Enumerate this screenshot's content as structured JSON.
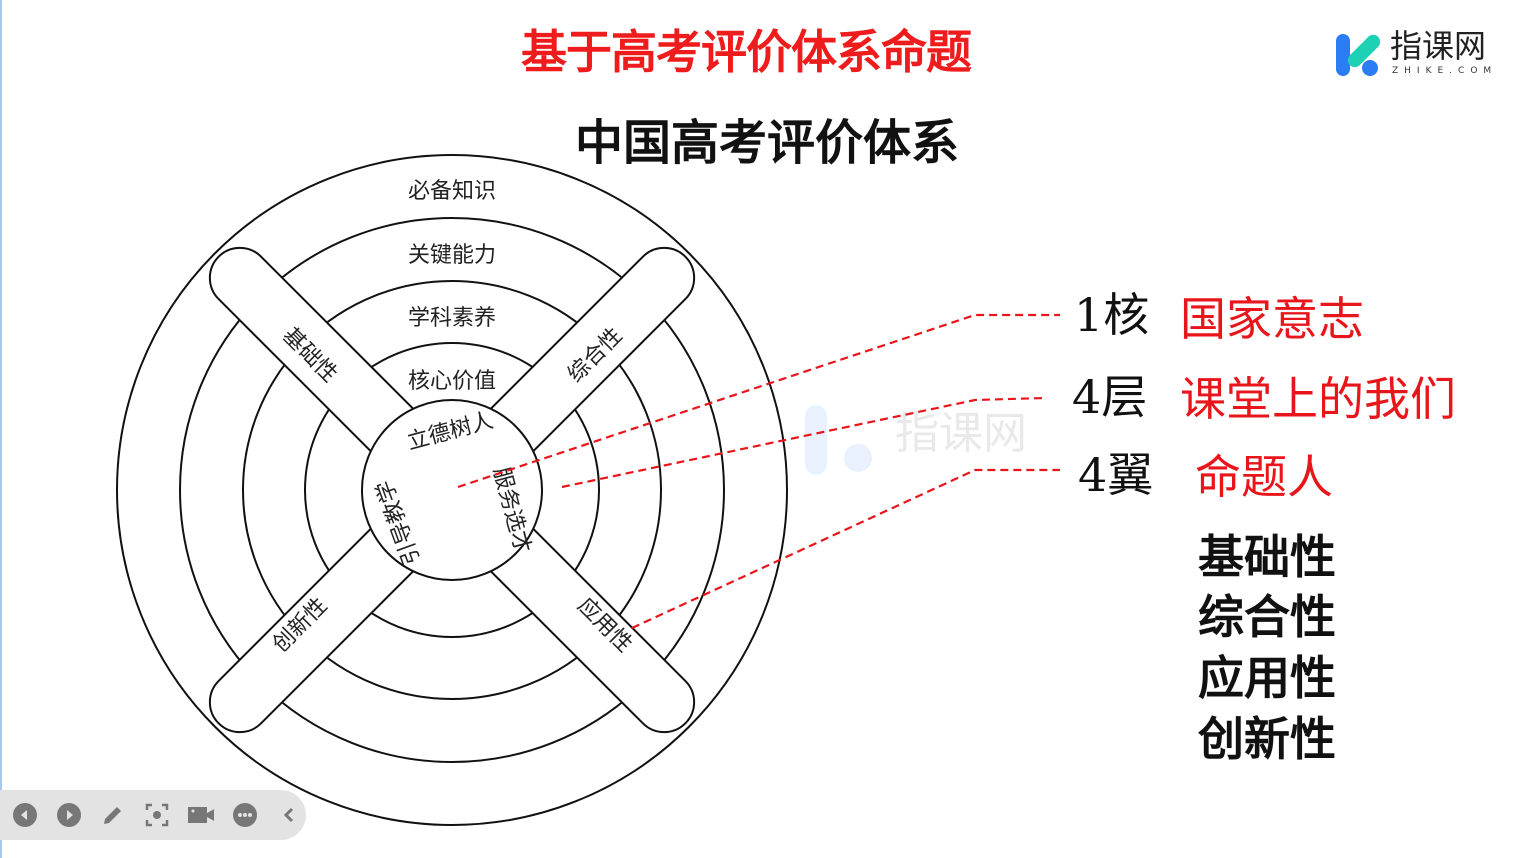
{
  "slide": {
    "title": "基于高考评价体系命题",
    "subtitle": "中国高考评价体系",
    "logo": {
      "name": "指课网",
      "domain": "ZHIKE.COM"
    },
    "diagram": {
      "rings": [
        "必备知识",
        "关键能力",
        "学科素养",
        "核心价值"
      ],
      "center": [
        "立德树人",
        "服务选才",
        "引导教学"
      ],
      "wings": [
        "基础性",
        "综合性",
        "应用性",
        "创新性"
      ]
    },
    "annotations": [
      {
        "label": "1核",
        "meaning": "国家意志"
      },
      {
        "label": "4层",
        "meaning": "课堂上的我们"
      },
      {
        "label": "4翼",
        "meaning": "命题人"
      }
    ],
    "features": [
      "基础性",
      "综合性",
      "应用性",
      "创新性"
    ],
    "colors": {
      "accent": "#ee1c1c",
      "dash": "#e8151b"
    }
  },
  "toolbar": {
    "icons": [
      "prev-icon",
      "next-icon",
      "pen-icon",
      "screenshot-icon",
      "camera-icon",
      "more-icon",
      "collapse-icon"
    ]
  }
}
